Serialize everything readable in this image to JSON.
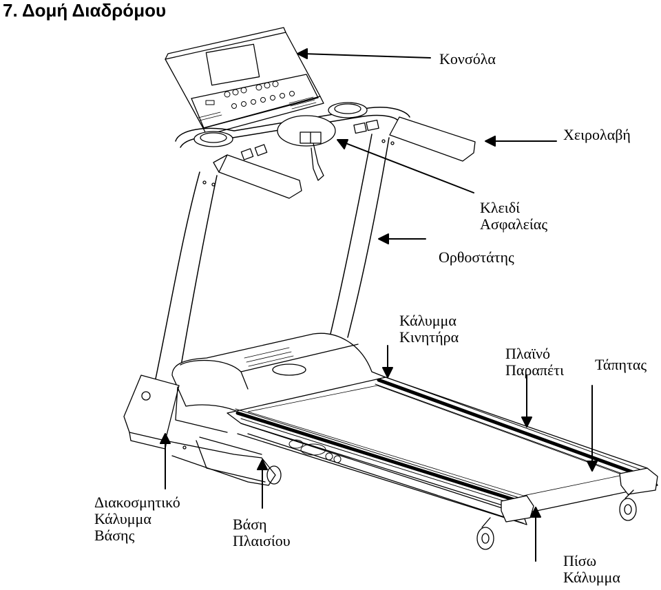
{
  "title": "7. Δομή Διαδρόμου",
  "labels": {
    "console": "Κονσόλα",
    "handrail": "Χειρολαβή",
    "safety_key": [
      "Κλειδί",
      "Ασφαλείας"
    ],
    "upright": "Ορθοστάτης",
    "motor_cover": [
      "Κάλυμμα",
      "Κινητήρα"
    ],
    "side_rail": [
      "Πλαϊνό",
      "Παραπέτι"
    ],
    "belt": "Τάπητας",
    "base_cover": [
      "Διακοσμητικό",
      "Κάλυμμα",
      "Βάσης"
    ],
    "frame_base": [
      "Βάση",
      "Πλαισίου"
    ],
    "rear_cover": [
      "Πίσω",
      "Κάλυμμα"
    ]
  },
  "colors": {
    "line": "#000000",
    "background": "#ffffff"
  }
}
